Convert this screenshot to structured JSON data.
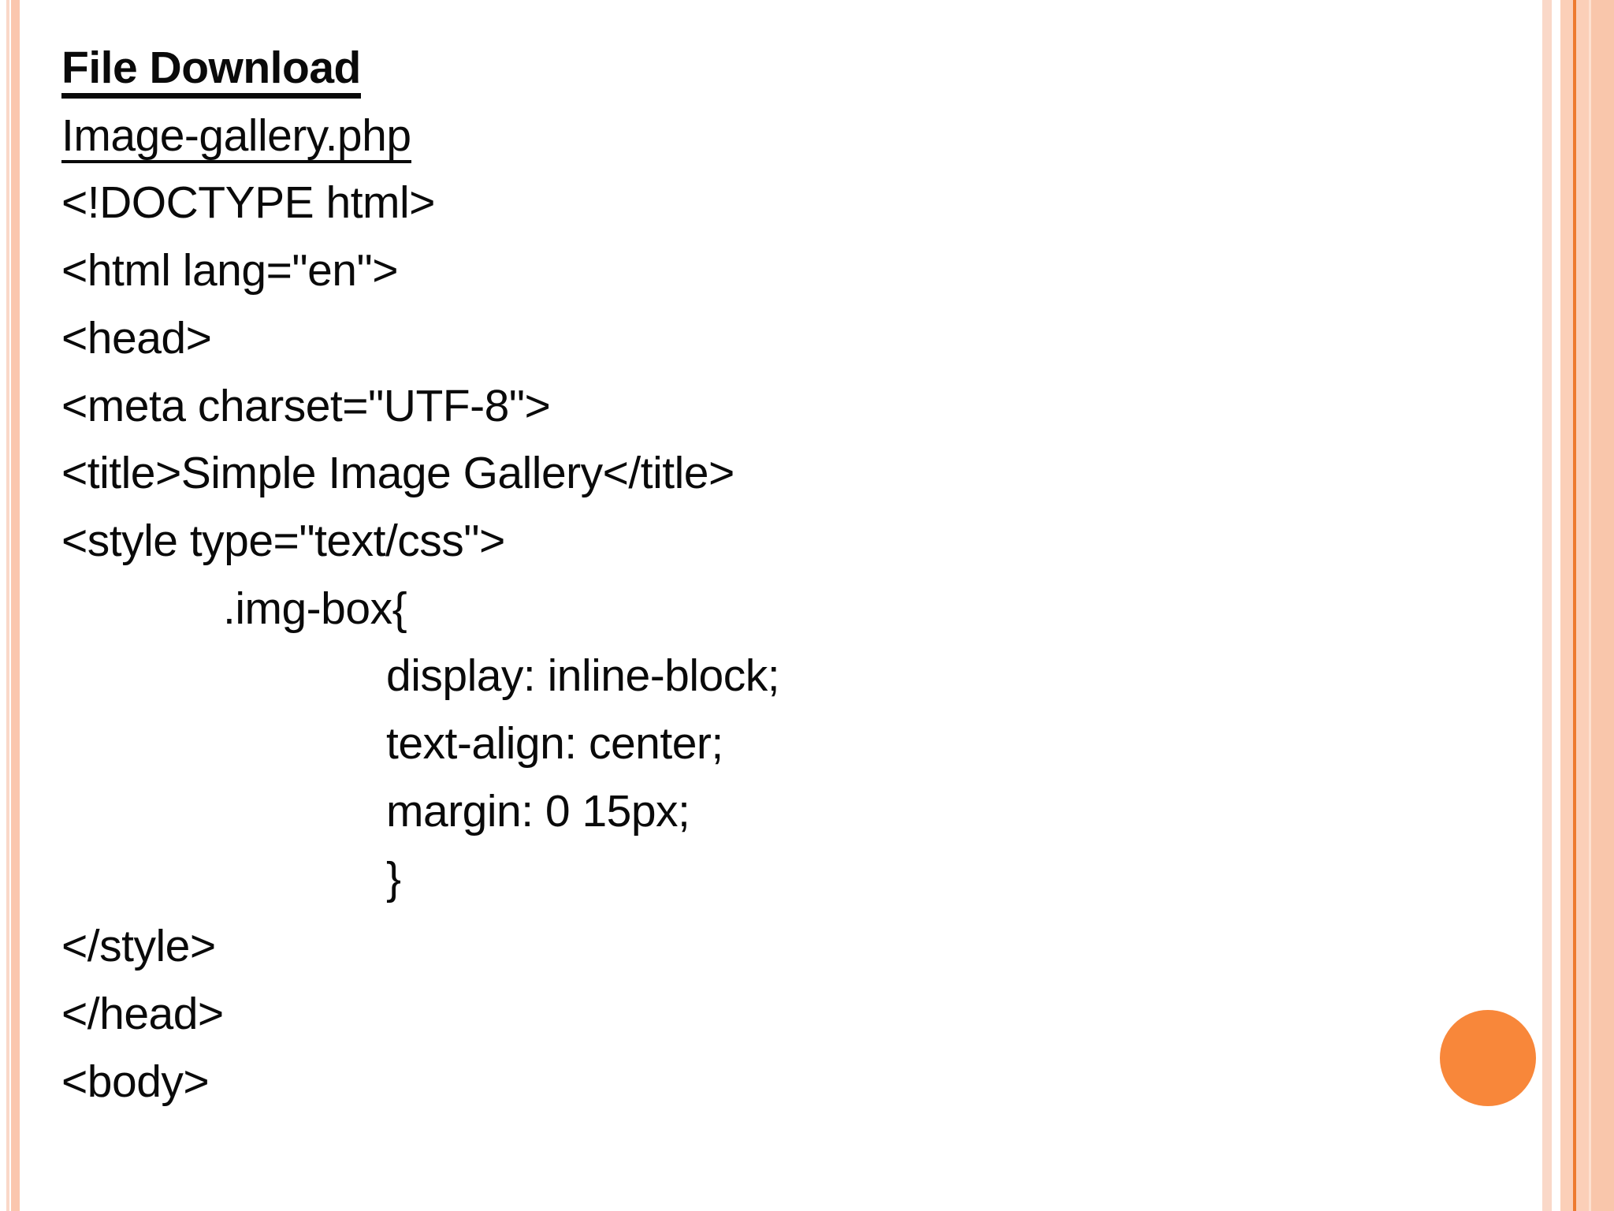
{
  "slide": {
    "heading": "File Download",
    "filename": "Image-gallery.php",
    "code_lines": [
      {
        "text": "<!DOCTYPE html>",
        "indent": 0
      },
      {
        "text": "<html lang=\"en\">",
        "indent": 0
      },
      {
        "text": "<head>",
        "indent": 0
      },
      {
        "text": "<meta charset=\"UTF-8\">",
        "indent": 0
      },
      {
        "text": "<title>Simple Image Gallery</title>",
        "indent": 0
      },
      {
        "text": "<style type=\"text/css\">",
        "indent": 0
      },
      {
        "text": ".img-box{",
        "indent": 1
      },
      {
        "text": "display: inline-block;",
        "indent": 2
      },
      {
        "text": "text-align: center;",
        "indent": 2
      },
      {
        "text": "margin: 0 15px;",
        "indent": 2
      },
      {
        "text": "}",
        "indent": 2
      },
      {
        "text": "</style>",
        "indent": 0
      },
      {
        "text": "</head>",
        "indent": 0
      },
      {
        "text": "<body>",
        "indent": 0
      }
    ],
    "theme": {
      "stripe_light_peach": "#fad8c8",
      "stripe_band_left": "#fac6ae",
      "stripe_band_right": "#fbcfb8",
      "stripe_band_right_outer": "#f9c6ab",
      "accent_line_orange": "#ed7a2f",
      "circle_orange": "#f8873a",
      "text_color": "#0a0a0a"
    }
  }
}
